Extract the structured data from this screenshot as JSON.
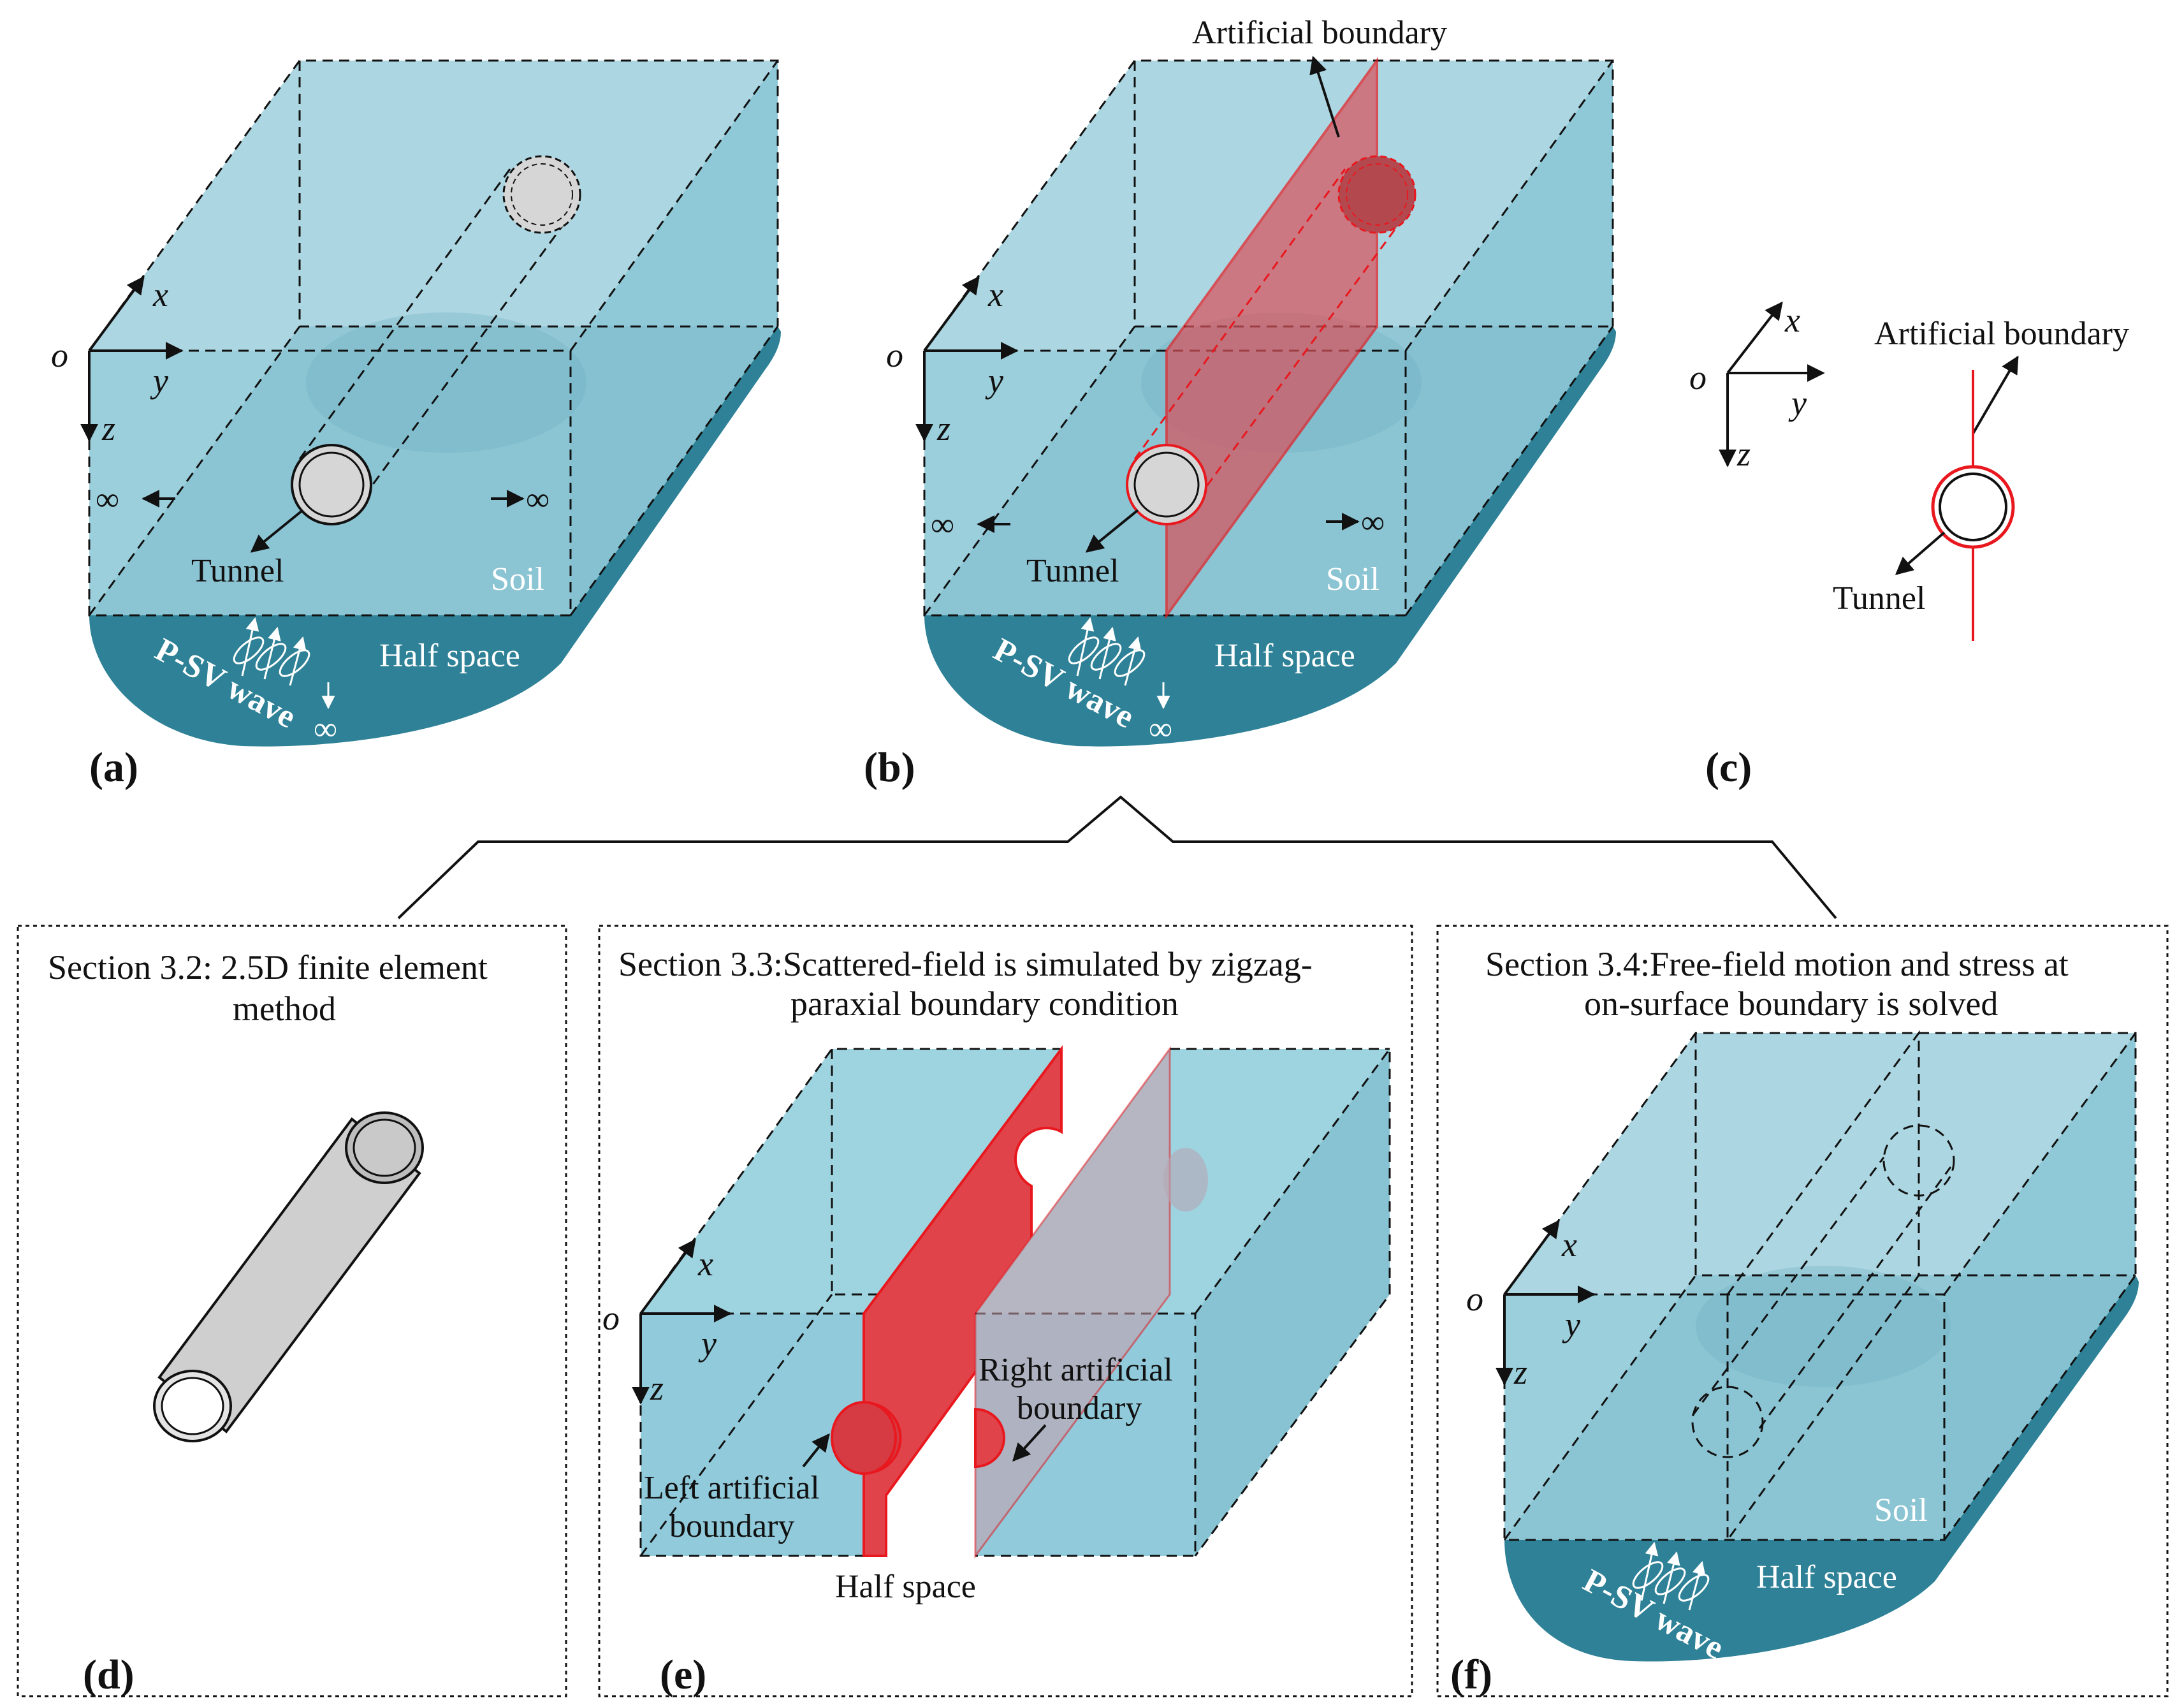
{
  "panels": {
    "a": {
      "panel_label": "(a)",
      "axis_o": "o",
      "axis_x": "x",
      "axis_y": "y",
      "axis_z": "z",
      "infinity_left": "∞",
      "infinity_right": "∞",
      "infinity_bottom": "∞",
      "tunnel_label": "Tunnel",
      "soil_label": "Soil",
      "half_space_label": "Half space",
      "wave_label": "P-SV wave"
    },
    "b": {
      "panel_label": "(b)",
      "artificial_boundary_label": "Artificial boundary",
      "axis_o": "o",
      "axis_x": "x",
      "axis_y": "y",
      "axis_z": "z",
      "infinity_left": "∞",
      "infinity_right": "∞",
      "infinity_bottom": "∞",
      "tunnel_label": "Tunnel",
      "soil_label": "Soil",
      "half_space_label": "Half space",
      "wave_label": "P-SV wave"
    },
    "c": {
      "panel_label": "(c)",
      "axis_o": "o",
      "axis_x": "x",
      "axis_y": "y",
      "axis_z": "z",
      "artificial_boundary_label": "Artificial boundary",
      "tunnel_label": "Tunnel"
    },
    "d": {
      "panel_label": "(d)",
      "section_line1": "Section 3.2: 2.5D finite element",
      "section_line2": "method"
    },
    "e": {
      "panel_label": "(e)",
      "section_line1": "Section 3.3:Scattered-field is simulated by zigzag-",
      "section_line2": "paraxial boundary condition",
      "axis_o": "o",
      "axis_x": "x",
      "axis_y": "y",
      "axis_z": "z",
      "right_boundary_line1": "Right artificial",
      "right_boundary_line2": "boundary",
      "left_boundary_line1": "Left artificial",
      "left_boundary_line2": "boundary",
      "half_space_label": "Half space"
    },
    "f": {
      "panel_label": "(f)",
      "section_line1": "Section 3.4:Free-field motion  and stress at",
      "section_line2": "on-surface boundary is solved",
      "axis_o": "o",
      "axis_x": "x",
      "axis_y": "y",
      "axis_z": "z",
      "soil_label": "Soil",
      "half_space_label": "Half space",
      "wave_label": "P-SV wave"
    }
  },
  "colors": {
    "soil_light": "#acd6e1",
    "soil_mid": "#7dbccc",
    "half_space": "#2e8196",
    "boundary_red": "#e8181e",
    "tunnel_gray": "#d6d6d6"
  }
}
